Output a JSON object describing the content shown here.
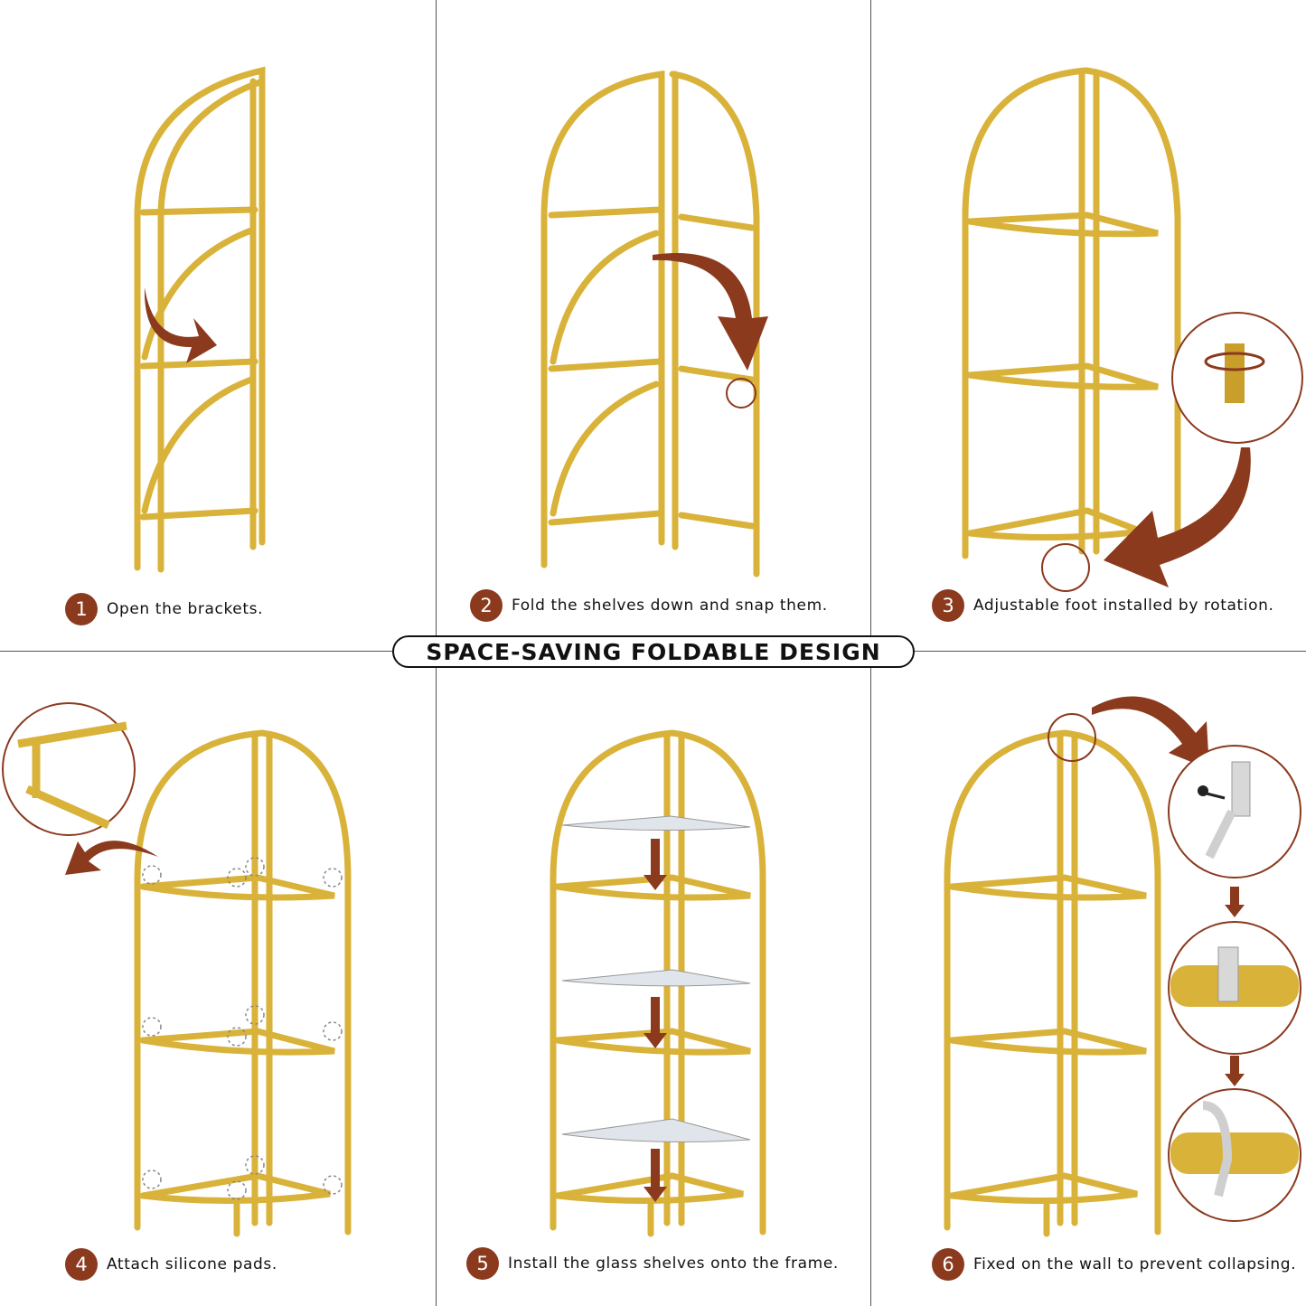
{
  "title": "SPACE-SAVING FOLDABLE DESIGN",
  "colors": {
    "gold": "#d9b23a",
    "gold_dark": "#b8911f",
    "arrow": "#8b3a1e",
    "glass": "#dfe5ea"
  },
  "steps": [
    {
      "number": "1",
      "text": "Open the brackets."
    },
    {
      "number": "2",
      "text": "Fold the shelves down and snap them."
    },
    {
      "number": "3",
      "text": "Adjustable foot installed by rotation."
    },
    {
      "number": "4",
      "text": "Attach silicone pads."
    },
    {
      "number": "5",
      "text": "Install the glass shelves onto the frame."
    },
    {
      "number": "6",
      "text": "Fixed on the wall to prevent collapsing."
    }
  ]
}
